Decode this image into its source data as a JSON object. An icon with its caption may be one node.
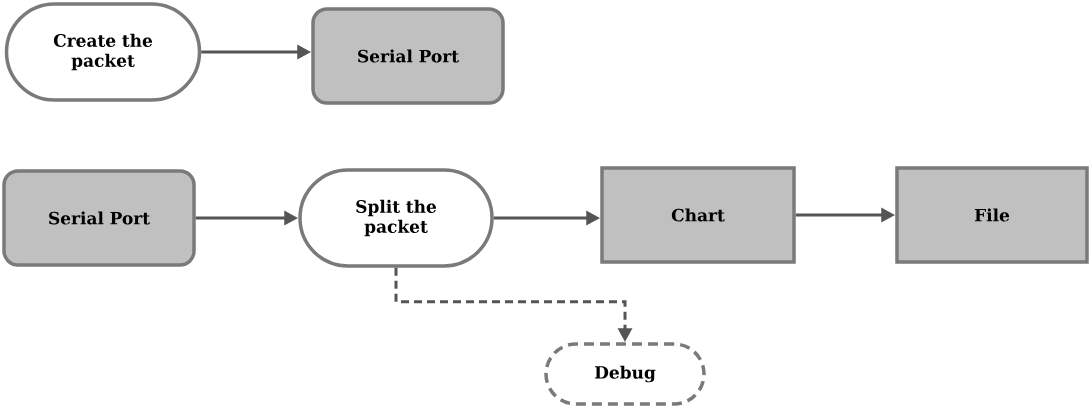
{
  "diagram": {
    "nodes": [
      {
        "text": [
          "Create the packet"
        ]
      },
      {
        "text": [
          "Serial Port"
        ]
      },
      {
        "text": [
          "Serial Port"
        ]
      },
      {
        "text": [
          "Split the packet"
        ]
      },
      {
        "text": [
          "Chart"
        ]
      },
      {
        "text": [
          "File"
        ]
      },
      {
        "text": [
          "Debug"
        ]
      }
    ],
    "edges": [
      {
        "from": 0,
        "to": 1,
        "arrow": "to"
      },
      {
        "from": 2,
        "to": 3,
        "arrow": "to"
      },
      {
        "from": 3,
        "to": 4,
        "arrow": "to"
      },
      {
        "from": 4,
        "to": 5,
        "arrow": "to"
      },
      {
        "from": 3,
        "to": 6,
        "arrow": "to",
        "style": "dashed"
      }
    ]
  }
}
